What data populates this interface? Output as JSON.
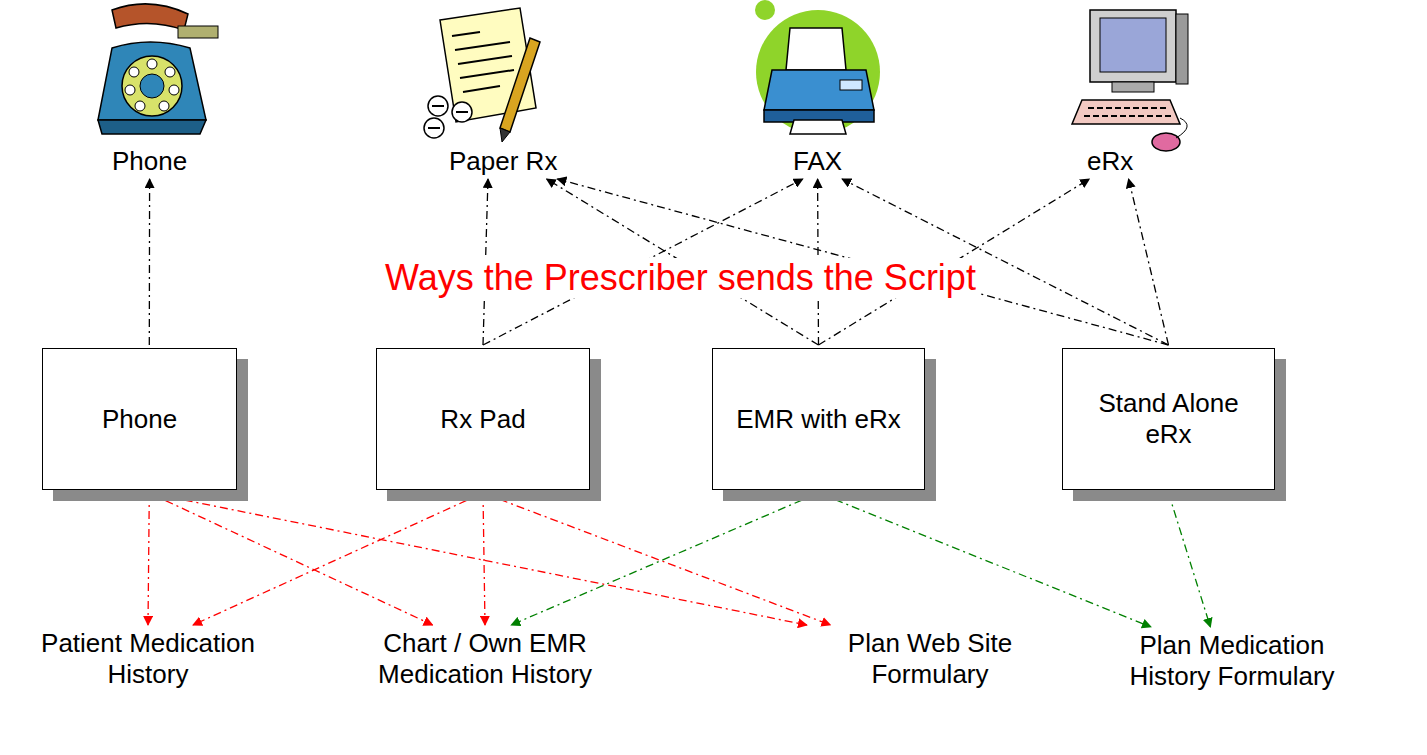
{
  "diagram": {
    "nodes": [
      {
        "text": [
          "Phone"
        ]
      },
      {
        "text": [
          "Paper Rx"
        ]
      },
      {
        "text": [
          "FAX"
        ]
      },
      {
        "text": [
          "eRx"
        ]
      },
      {
        "text": [
          "Phone"
        ]
      },
      {
        "text": [
          "Rx Pad"
        ]
      },
      {
        "text": [
          "EMR with eRx"
        ]
      },
      {
        "text": [
          "Stand Alone eRx"
        ]
      },
      {
        "text": [
          "Patient Medication History"
        ]
      },
      {
        "text": [
          "Chart / Own EMR Medication History"
        ]
      },
      {
        "text": [
          "Plan Web Site Formulary"
        ]
      },
      {
        "text": [
          "Plan Medication History Formulary"
        ]
      }
    ],
    "edges": [
      {
        "from": 4,
        "to": 0,
        "arrow": "to"
      },
      {
        "from": 5,
        "to": 1,
        "arrow": "to"
      },
      {
        "from": 5,
        "to": 2,
        "arrow": "to"
      },
      {
        "from": 6,
        "to": 1,
        "arrow": "to"
      },
      {
        "from": 6,
        "to": 2,
        "arrow": "to"
      },
      {
        "from": 6,
        "to": 3,
        "arrow": "to"
      },
      {
        "from": 7,
        "to": 1,
        "arrow": "to"
      },
      {
        "from": 7,
        "to": 2,
        "arrow": "to"
      },
      {
        "from": 7,
        "to": 3,
        "arrow": "to"
      },
      {
        "from": 4,
        "to": 8,
        "arrow": "to"
      },
      {
        "from": 4,
        "to": 9,
        "arrow": "to"
      },
      {
        "from": 4,
        "to": 10,
        "arrow": "to"
      },
      {
        "from": 5,
        "to": 8,
        "arrow": "to"
      },
      {
        "from": 5,
        "to": 9,
        "arrow": "to"
      },
      {
        "from": 5,
        "to": 10,
        "arrow": "to"
      },
      {
        "from": 6,
        "to": 9,
        "arrow": "to"
      },
      {
        "from": 6,
        "to": 11,
        "arrow": "to"
      },
      {
        "from": 7,
        "to": 11,
        "arrow": "to"
      }
    ],
    "labels": [
      "Ways the Prescriber sends the Script"
    ]
  }
}
